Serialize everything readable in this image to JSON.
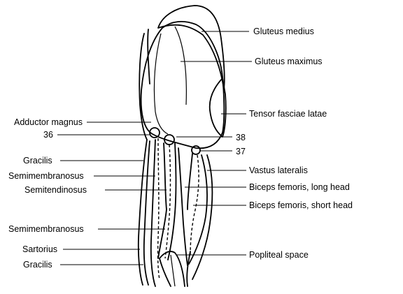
{
  "labels": {
    "gluteus_medius": "Gluteus medius",
    "gluteus_maximus": "Gluteus maximus",
    "tensor_fasciae_latae": "Tensor fasciae latae",
    "adductor_magnus": "Adductor magnus",
    "point_36": "36",
    "point_38": "38",
    "point_37": "37",
    "gracilis_upper": "Gracilis",
    "vastus_lateralis": "Vastus lateralis",
    "semimembranosus_upper": "Semimembranosus",
    "biceps_long_head": "Biceps femoris, long head",
    "semitendinosus": "Semitendinosus",
    "biceps_short_head": "Biceps femoris, short head",
    "semimembranosus_lower": "Semimembranosus",
    "sartorius": "Sartorius",
    "popliteal_space": "Popliteal space",
    "gracilis_lower": "Gracilis"
  }
}
